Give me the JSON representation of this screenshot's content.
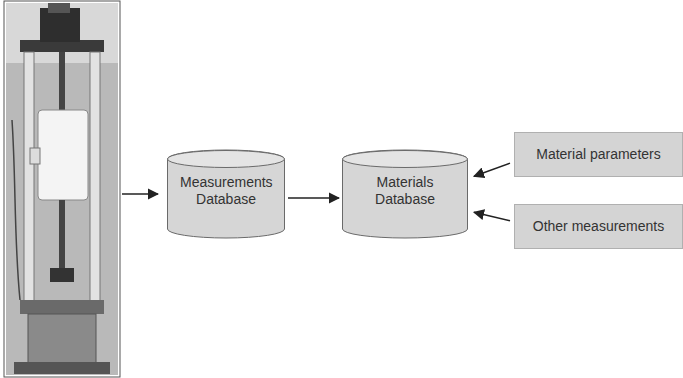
{
  "diagram": {
    "nodes": [
      {
        "text": [
          "Measurements Database"
        ]
      },
      {
        "text": [
          "Materials Database"
        ]
      },
      {
        "text": [
          "Material parameters"
        ]
      },
      {
        "text": [
          "Other measurements"
        ]
      }
    ],
    "edges": [
      {
        "from": 0,
        "to": 1,
        "arrow": "to"
      },
      {
        "from": 2,
        "to": 1,
        "arrow": "to"
      },
      {
        "from": 3,
        "to": 1,
        "arrow": "to"
      }
    ]
  }
}
